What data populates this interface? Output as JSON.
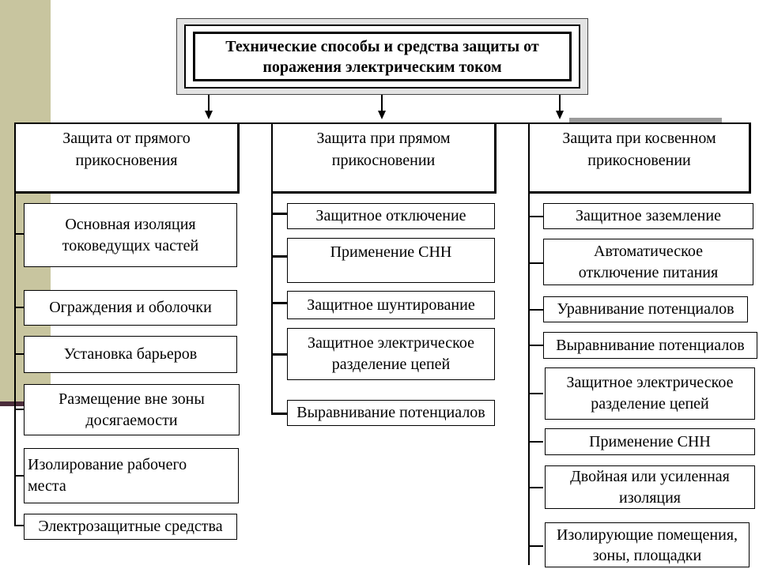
{
  "title": "Технические способы и средства защиты от поражения электрическим током",
  "columns": [
    {
      "header": "Защита от прямого прикосновения",
      "items": [
        "Основная изоляция токоведущих частей",
        "Ограждения и оболочки",
        "Установка барьеров",
        "Размещение вне зоны досягаемости",
        "Изолирование рабочего места",
        "Электрозащитные средства"
      ]
    },
    {
      "header": "Защита при прямом прикосновении",
      "items": [
        "Защитное отключение",
        "Применение СНН",
        "Защитное шунтирование",
        "Защитное электрическое разделение цепей",
        "Выравнивание потенциалов"
      ]
    },
    {
      "header": "Защита при косвенном прикосновении",
      "items": [
        "Защитное заземление",
        "Автоматическое отключение питания",
        "Уравнивание потенциалов",
        "Выравнивание потенциалов",
        "Защитное электрическое разделение цепей",
        "Применение СНН",
        "Двойная или усиленная изоляция",
        "Изолирующие помещения, зоны, площадки"
      ]
    }
  ],
  "colors": {
    "sidebar": "#c8c59f",
    "sidebar_line": "#4a2c3a",
    "title_frame": "#e3e3e3",
    "accent_bar": "#9b9b9b"
  }
}
